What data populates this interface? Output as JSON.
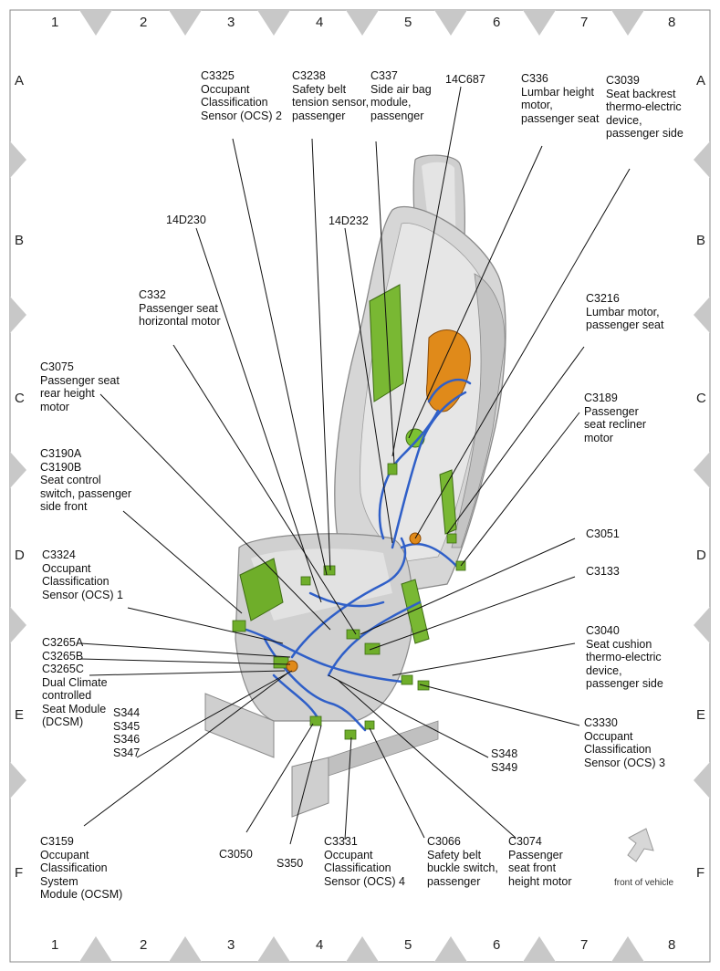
{
  "grid": {
    "columns": [
      "1",
      "2",
      "3",
      "4",
      "5",
      "6",
      "7",
      "8"
    ],
    "rows": [
      "A",
      "B",
      "C",
      "D",
      "E",
      "F"
    ]
  },
  "labels": {
    "c3325": "C3325\nOccupant\nClassification\nSensor (OCS) 2",
    "c3238": "C3238\nSafety belt\ntension sensor,\npassenger",
    "c337": "C337\nSide air bag\nmodule,\npassenger",
    "c14c687": "14C687",
    "c336": "C336\nLumbar height\nmotor,\npassenger seat",
    "c3039": "C3039\nSeat backrest\nthermo-electric\ndevice,\npassenger side",
    "c14d230": "14D230",
    "c14d232": "14D232",
    "c332": "C332\nPassenger seat\nhorizontal motor",
    "c3216": "C3216\nLumbar motor,\npassenger seat",
    "c3075": "C3075\nPassenger seat\nrear height\nmotor",
    "c3189": "C3189\nPassenger\nseat recliner\nmotor",
    "c3190": "C3190A\nC3190B\nSeat control\nswitch, passenger\nside front",
    "c3051": "C3051",
    "c3324": "C3324\nOccupant\nClassification\nSensor (OCS) 1",
    "c3133": "C3133",
    "c3265": "C3265A\nC3265B\nC3265C\nDual Climate\ncontrolled\nSeat Module\n(DCSM)",
    "c3040": "C3040\nSeat cushion\nthermo-electric\ndevice,\npassenger side",
    "s344": "S344\nS345\nS346\nS347",
    "c3330": "C3330\nOccupant\nClassification\nSensor (OCS) 3",
    "s348": "S348\nS349",
    "c3159": "C3159\nOccupant\nClassification\nSystem\nModule (OCSM)",
    "c3050": "C3050",
    "s350": "S350",
    "c3331": "C3331\nOccupant\nClassification\nSensor (OCS) 4",
    "c3066": "C3066\nSafety belt\nbuckle switch,\npassenger",
    "c3074": "C3074\nPassenger\nseat front\nheight motor"
  },
  "direction_note": "front of vehicle",
  "colors": {
    "harness": "#2f5fc8",
    "connector": "#6fae2a",
    "motor": "#e08a1a",
    "seat": "#d8d8d8",
    "border_tick": "#c8c8c8"
  }
}
